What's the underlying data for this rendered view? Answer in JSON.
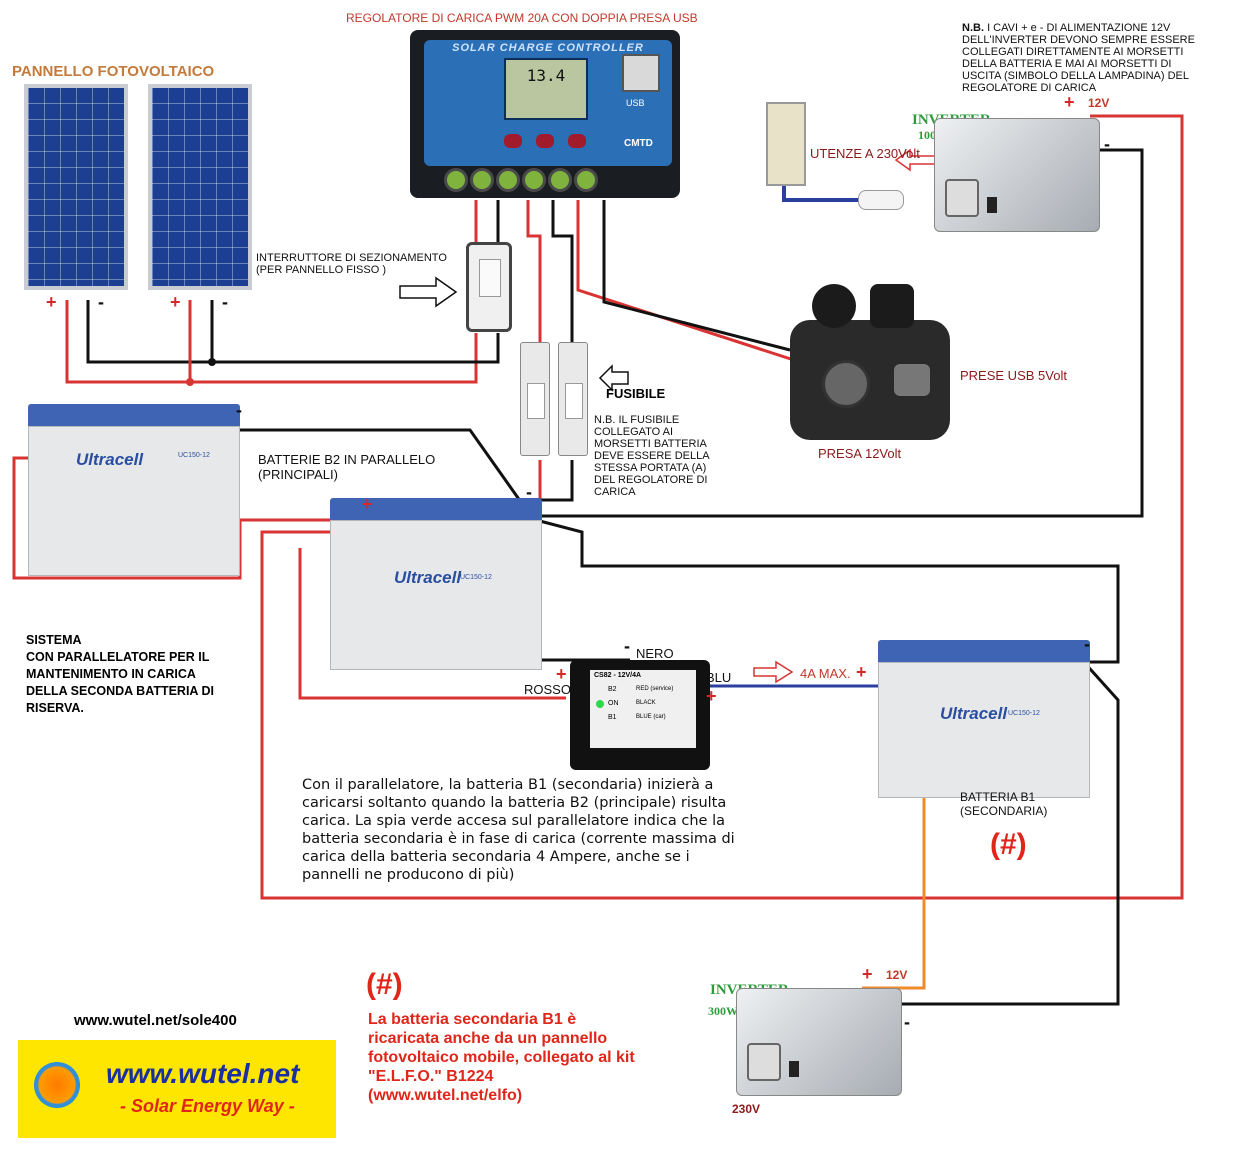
{
  "title": "REGOLATORE DI CARICA PWM 20A CON DOPPIA PRESA USB",
  "note_inverter": {
    "bold": "N.B.",
    "text": "I CAVI + e - DI ALIMENTAZIONE 12V\nDELL'INVERTER DEVONO SEMPRE ESSERE\nCOLLEGATI DIRETTAMENTE AI MORSETTI\nDELLA BATTERIA E MAI AI MORSETTI DI\nUSCITA (SIMBOLO DELLA LAMPADINA) DEL\nREGOLATORE DI CARICA"
  },
  "panels_label": "PANNELLO FOTOVOLTAICO",
  "controller": {
    "title": "SOLAR CHARGE CONTROLLER",
    "display": "13.4",
    "usb_label": "USB",
    "brand": "CMTD"
  },
  "switch_label": "INTERRUTTORE DI SEZIONAMENTO\n(PER PANNELLO FISSO )",
  "fuse": {
    "label": "FUSIBILE",
    "note": "N.B. IL FUSIBILE\nCOLLEGATO AI\nMORSETTI BATTERIA\nDEVE ESSERE DELLA\nSTESSA PORTATA (A)\nDEL REGOLATORE DI\nCARICA"
  },
  "batteries_main_label": "BATTERIE B2 IN PARALLELO\n(PRINCIPALI)",
  "battery_brand": "Ultracell",
  "battery_model": "UC150-12",
  "battery_secondary_label": "BATTERIA  B1\n(SECONDARIA)",
  "hash_mark": "(#)",
  "inverter_big": {
    "title": "INVERTER",
    "power": "1000Watt",
    "volt": "12V",
    "output": "UTENZE A 230Volt"
  },
  "inverter_small": {
    "title": "INVERTER",
    "power": "300Watt",
    "volt": "12V",
    "output": "230V"
  },
  "usb_outlets": {
    "usb": "PRESE USB 5Volt",
    "socket12": "PRESA 12Volt"
  },
  "paralleler": {
    "nero": "NERO",
    "blu": "BLU",
    "rosso": "ROSSO",
    "max": "4A MAX.",
    "model": "CS82 - 12V/4A",
    "labels": [
      "B2",
      "ON",
      "B1",
      "RED (service)",
      "BLACK",
      "BLUE (car)"
    ]
  },
  "system_label": "SISTEMA\nCON PARALLELATORE PER IL\nMANTENIMENTO IN CARICA\nDELLA SECONDA BATTERIA DI\nRISERVA.",
  "paragraph": "Con il parallelatore, la batteria B1 (secondaria) inizierà a\ncaricarsi soltanto quando la batteria B2 (principale) risulta\ncarica. La spia verde accesa sul parallelatore indica che la\nbatteria secondaria è in fase di carica (corrente massima di\ncarica della batteria secondaria 4 Ampere, anche se i\npannelli ne producono di più)",
  "footnote": {
    "mark": "(#)",
    "text": "La batteria secondaria B1 è\nricaricata anche da un pannello\nfotovoltaico mobile, collegato al kit\n\"E.L.F.O.\" B1224\n(www.wutel.net/elfo)"
  },
  "website": "www.wutel.net/sole400",
  "logo": {
    "title": "www.wutel.net",
    "tagline": "- Solar Energy Way -"
  },
  "polarity": {
    "plus": "+",
    "minus": "-"
  },
  "colors": {
    "positive_wire": "#d93333",
    "negative_wire": "#111111",
    "blue_wire": "#2a3f9e",
    "orange_wire": "#f08a2a",
    "accent_green": "#2e9b3c",
    "accent_red": "#e0261a"
  }
}
